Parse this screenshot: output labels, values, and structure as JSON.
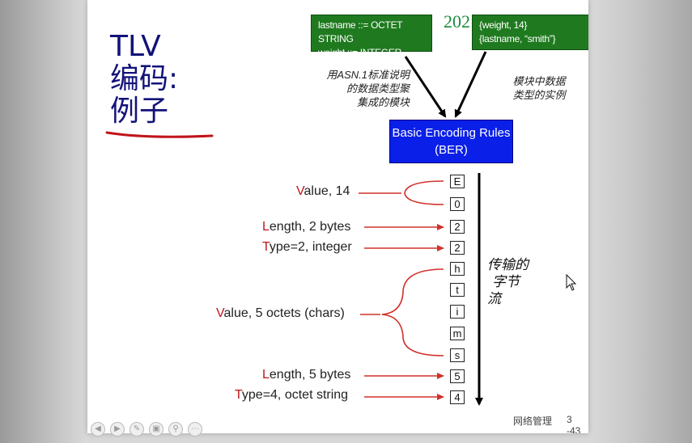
{
  "slide": {
    "title_lines": [
      "TLV",
      "编码:",
      "例子"
    ],
    "header_text": "202",
    "header_text_ghost": "…",
    "asn1_box": [
      "lastname ::= OCTET STRING",
      "weight ::= INTEGER"
    ],
    "instance_box": [
      "{weight, 14}",
      "{lastname, “smith”}"
    ],
    "note_left": [
      "用ASN.1标准说明",
      "的数据类型聚",
      "集成的模块"
    ],
    "note_right": [
      "模块中数据",
      "类型的实例"
    ],
    "ber_box": [
      "Basic Encoding Rules",
      "(BER)"
    ],
    "stream_label": [
      "传输的",
      "字节",
      "流"
    ],
    "bytes": [
      "E",
      "0",
      "2",
      "2",
      "h",
      "t",
      "i",
      "m",
      "s",
      "5",
      "4"
    ],
    "labels": {
      "value14_first": "V",
      "value14_rest": "alue, 14",
      "len2_first": "L",
      "len2_rest": "ength, 2 bytes",
      "type2_first": "T",
      "type2_rest": "ype=2, integer",
      "value5_first": "V",
      "value5_rest": "alue, 5 octets (chars)",
      "len5_first": "L",
      "len5_rest": "ength, 5 bytes",
      "type4_first": "T",
      "type4_rest": "ype=4, octet string"
    },
    "footer": "网络管理",
    "page_number": "3 -43"
  },
  "colors": {
    "title": "#12127a",
    "green_box": "#1f7a1f",
    "ber_box": "#0a1fe8",
    "arrow_red": "#d0322b",
    "accent_red": "#c0141b"
  },
  "toolbar_icons": [
    "prev-icon",
    "next-icon",
    "pen-icon",
    "slides-icon",
    "zoom-icon",
    "more-icon"
  ]
}
